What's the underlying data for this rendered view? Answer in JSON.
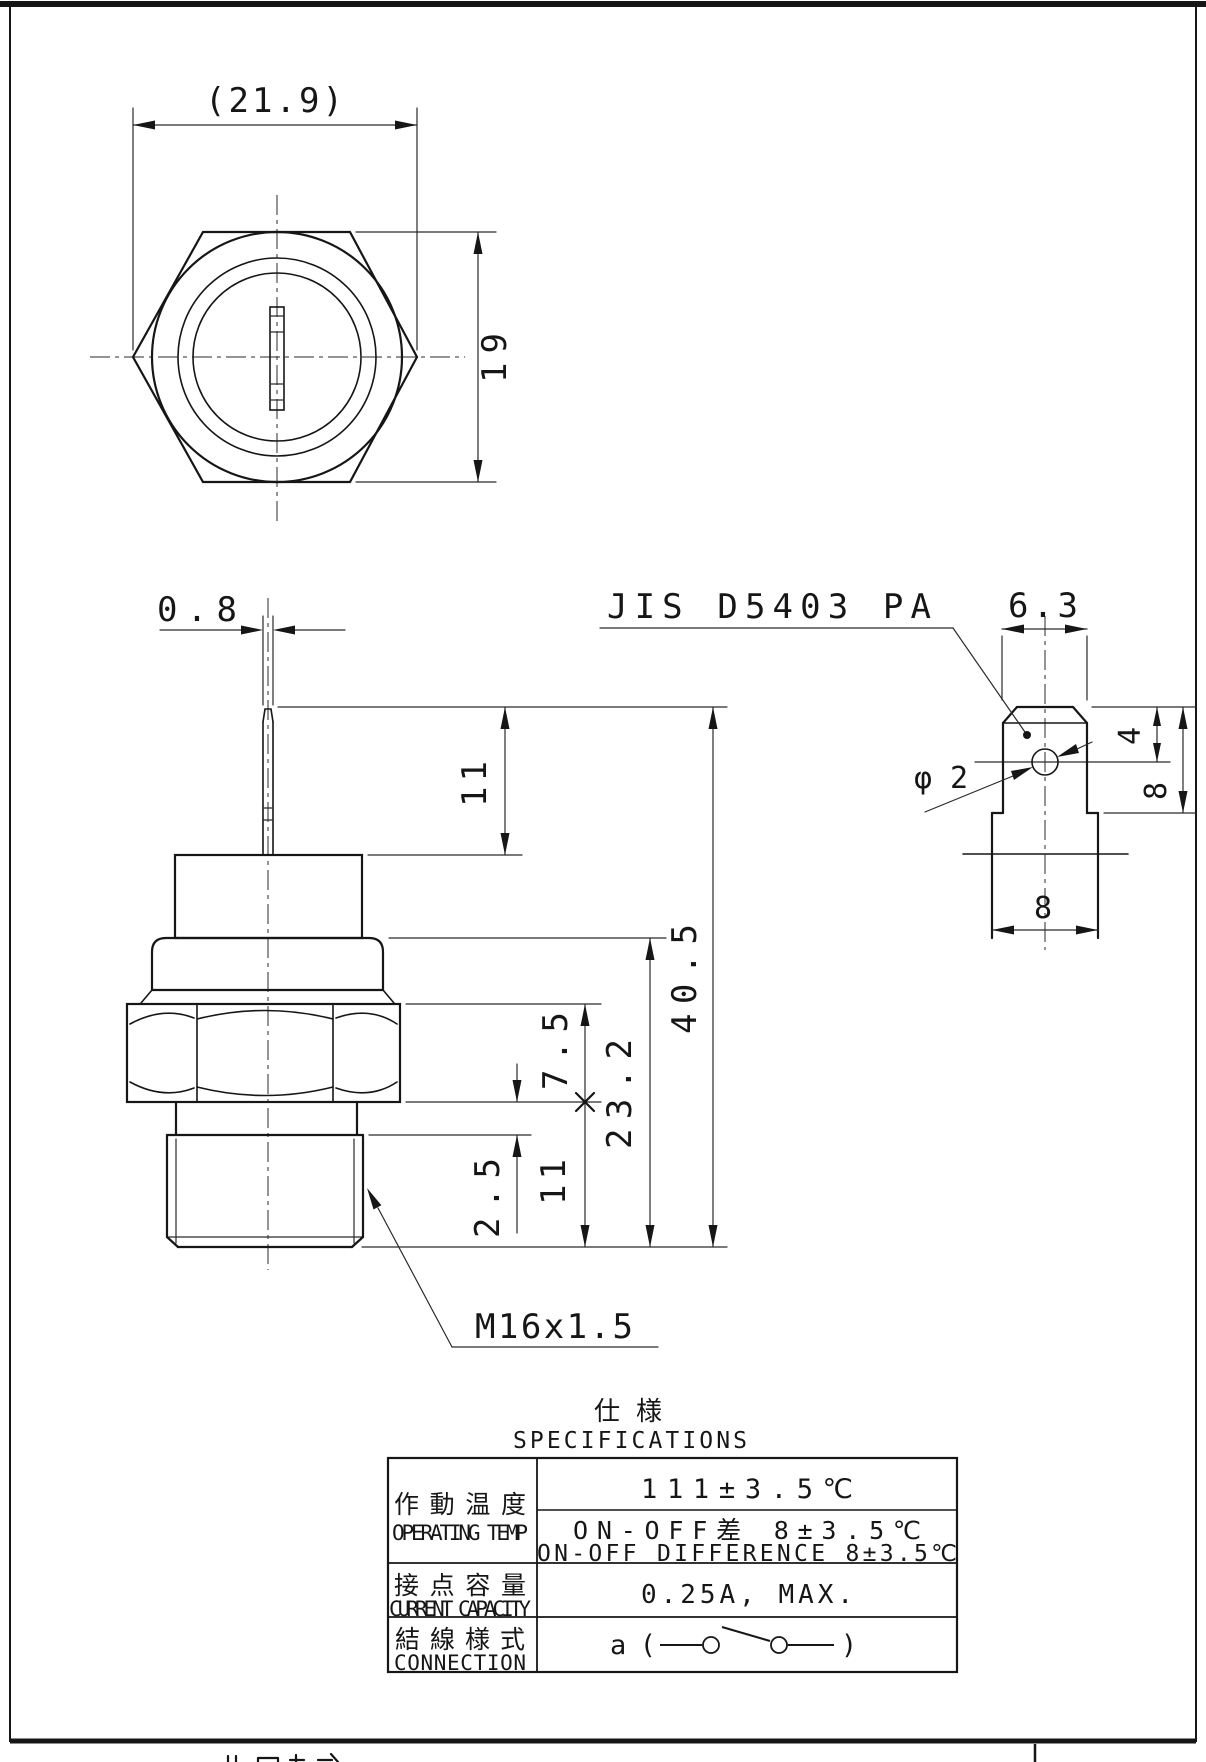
{
  "front_view": {
    "width_dim": "(21.9)",
    "height_dim": "19"
  },
  "side_view": {
    "pin_width_dim": "0.8",
    "pin_length_dim": "11",
    "overall_length_dim": "40.5",
    "body_length_dim": "23.2",
    "hex_height_dim": "7.5",
    "thread_length_dim": "11",
    "neck_length_dim": "2.5",
    "thread_label": "M16x1.5"
  },
  "terminal_view": {
    "standard_label": "JIS D5403 PA",
    "width_dim": "6.3",
    "hole_dim": "φ2",
    "hole_center_dim": "4",
    "height_dim": "8",
    "base_width_dim": "8"
  },
  "spec_table": {
    "title_jp": "仕　様",
    "title_en": "SPECIFICATIONS",
    "operating_temp": {
      "label_jp": "作動温度",
      "label_en": "OPERATING TEMP",
      "value": "111±3.5℃",
      "diff_jp": "ON-OFF差 8±3.5℃",
      "diff_en": "ON-OFF DIFFERENCE 8±3.5℃"
    },
    "current_capacity": {
      "label_jp": "接点容量",
      "label_en": "CURRENT CAPACITY",
      "value": "0.25A, MAX."
    },
    "connection": {
      "label_jp": "結線様式",
      "label_en": "CONNECTION",
      "symbol_prefix": "a (",
      "symbol_suffix": ")"
    }
  }
}
